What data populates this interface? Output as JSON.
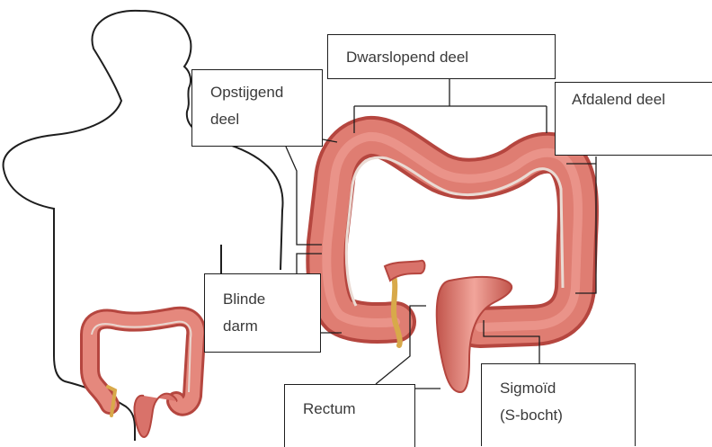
{
  "labels": {
    "transverse": "Dwarslopend deel",
    "ascending_line1": "Opstijgend",
    "ascending_line2": "deel",
    "descending": "Afdalend deel",
    "cecum_line1": "Blinde",
    "cecum_line2": "darm",
    "rectum": "Rectum",
    "sigmoid_line1": "Sigmoïd",
    "sigmoid_line2": "(S-bocht)"
  },
  "colors": {
    "colon_fill": "#d9726a",
    "colon_highlight": "#f0a49a",
    "colon_outline": "#b5463f",
    "band": "#e9d6cf",
    "appendix": "#d8a94a",
    "outline": "#1e1e1e"
  }
}
